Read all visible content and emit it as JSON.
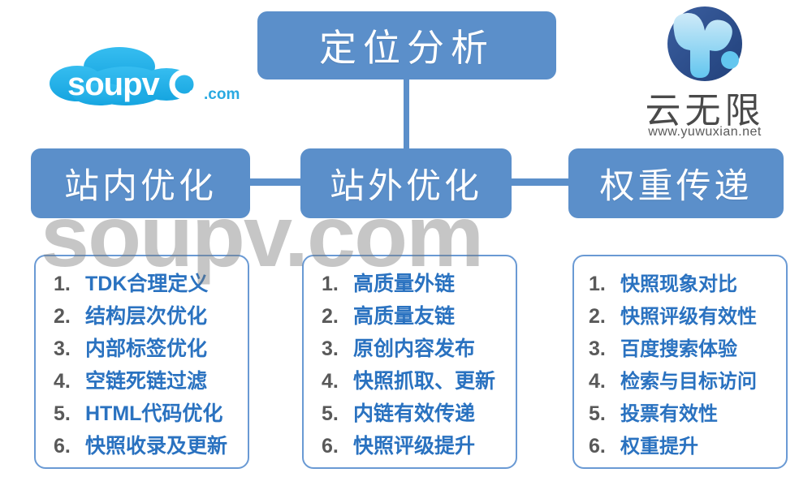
{
  "diagram": {
    "title_node": {
      "label": "定位分析"
    },
    "branches": [
      {
        "label": "站内优化"
      },
      {
        "label": "站外优化"
      },
      {
        "label": "权重传递"
      }
    ],
    "lists": [
      {
        "name": "onsite-optimization-list",
        "items": [
          {
            "num": "1.",
            "text": "TDK合理定义"
          },
          {
            "num": "2.",
            "text": "结构层次优化"
          },
          {
            "num": "3.",
            "text": "内部标签优化"
          },
          {
            "num": "4.",
            "text": "空链死链过滤"
          },
          {
            "num": "5.",
            "text": "HTML代码优化"
          },
          {
            "num": "6.",
            "text": "快照收录及更新"
          }
        ]
      },
      {
        "name": "offsite-optimization-list",
        "items": [
          {
            "num": "1.",
            "text": "高质量外链"
          },
          {
            "num": "2.",
            "text": "高质量友链"
          },
          {
            "num": "3.",
            "text": "原创内容发布"
          },
          {
            "num": "4.",
            "text": "快照抓取、更新"
          },
          {
            "num": "5.",
            "text": "内链有效传递"
          },
          {
            "num": "6.",
            "text": "快照评级提升"
          }
        ]
      },
      {
        "name": "weight-transfer-list",
        "items": [
          {
            "num": "1.",
            "text": "快照现象对比"
          },
          {
            "num": "2.",
            "text": "快照评级有效性"
          },
          {
            "num": "3.",
            "text": "百度搜索体验"
          },
          {
            "num": "4.",
            "text": "检索与目标访问"
          },
          {
            "num": "5.",
            "text": "投票有效性"
          },
          {
            "num": "6.",
            "text": "权重提升"
          }
        ]
      }
    ]
  },
  "watermark": {
    "text": "soupv.com"
  },
  "logo_left": {
    "wordmark": "soupv",
    "suffix": ".com",
    "icon": "cloud-search-icon"
  },
  "logo_right": {
    "brand": "云无限",
    "url": "www.yuwuxian.net",
    "icon": "circle-y-emblem-icon"
  },
  "colors": {
    "node_blue": "#5b8fca",
    "panel_border": "#6a9ad4",
    "list_text_blue": "#2a72c0",
    "list_num_gray": "#595959",
    "watermark_gray": "#787878",
    "logo_cyan": "#29a9e1",
    "logo_navy": "#2e4f7f"
  }
}
